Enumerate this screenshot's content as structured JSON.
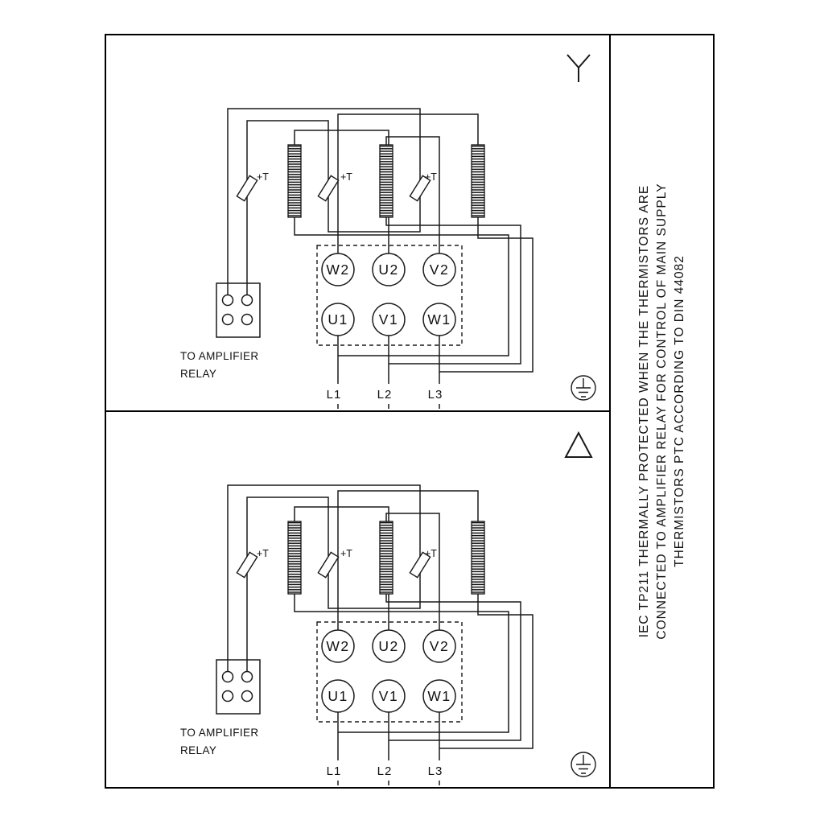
{
  "side_note": {
    "lines": [
      "IEC TP211 THERMALLY PROTECTED WHEN THE THERMISTORS ARE",
      "CONNECTED TO AMPLIFIER RELAY FOR CONTROL OF MAIN SUPPLY",
      "THERMISTORS PTC ACCORDING TO DIN 44082"
    ]
  },
  "panels": [
    {
      "connection_symbol": "star",
      "thermistor_labels": [
        "+T",
        "+T",
        "+T"
      ],
      "terminals_top": [
        "W2",
        "U2",
        "V2"
      ],
      "terminals_bottom": [
        "U1",
        "V1",
        "W1"
      ],
      "supply_labels": [
        "L1",
        "L2",
        "L3"
      ],
      "relay_note_line1": "TO AMPLIFIER",
      "relay_note_line2": "RELAY"
    },
    {
      "connection_symbol": "delta",
      "thermistor_labels": [
        "+T",
        "+T",
        "+T"
      ],
      "terminals_top": [
        "W2",
        "U2",
        "V2"
      ],
      "terminals_bottom": [
        "U1",
        "V1",
        "W1"
      ],
      "supply_labels": [
        "L1",
        "L2",
        "L3"
      ],
      "relay_note_line1": "TO AMPLIFIER",
      "relay_note_line2": "RELAY"
    }
  ]
}
